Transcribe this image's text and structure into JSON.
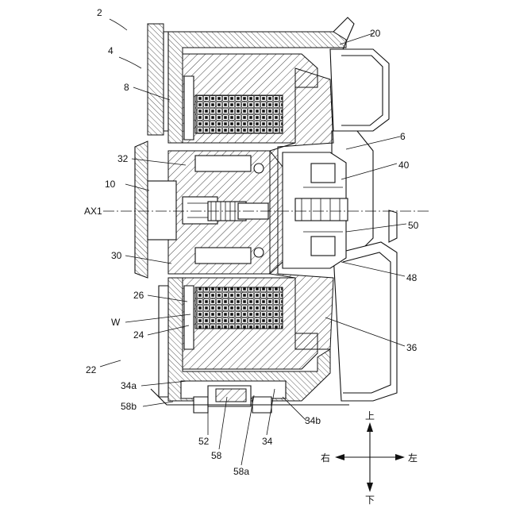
{
  "labels": {
    "n2": "2",
    "n4": "4",
    "n8": "8",
    "n10": "10",
    "n32": "32",
    "ax1": "AX1",
    "n30": "30",
    "n26": "26",
    "w": "W",
    "n24": "24",
    "n22": "22",
    "n34a": "34a",
    "n58b": "58b",
    "n52": "52",
    "n58": "58",
    "n58a": "58a",
    "n34": "34",
    "n34b": "34b",
    "n20": "20",
    "n6": "6",
    "n40": "40",
    "n50": "50",
    "n48": "48",
    "n36": "36"
  },
  "directions": {
    "up": "上",
    "down": "下",
    "left_side": "右",
    "right_side": "左"
  }
}
